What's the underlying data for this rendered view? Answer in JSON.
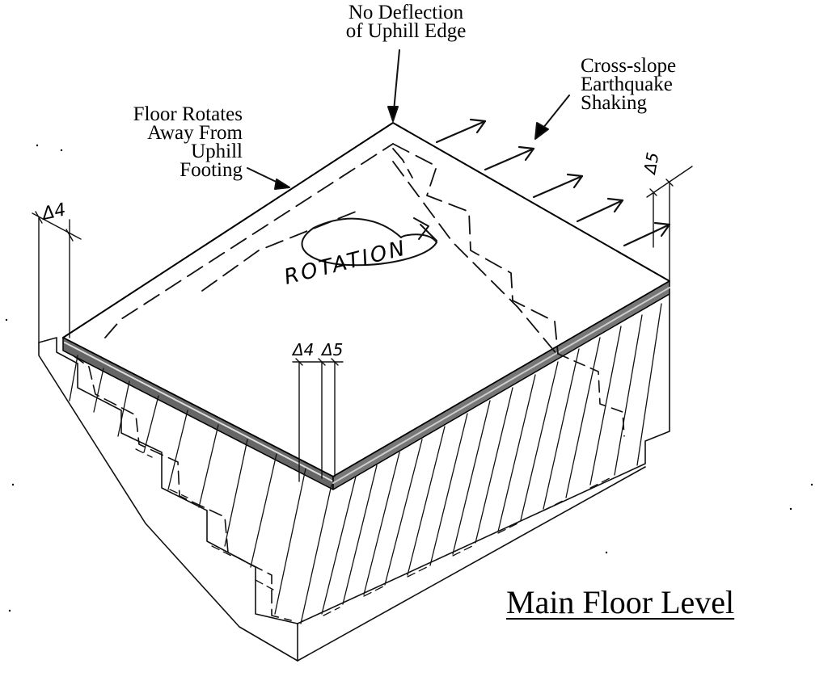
{
  "labels": {
    "no_deflection": [
      "No Deflection",
      "of Uphill Edge"
    ],
    "cross_slope": [
      "Cross-slope",
      "Earthquake",
      "Shaking"
    ],
    "floor_rotates": [
      "Floor Rotates",
      "Away From",
      "Uphill",
      "Footing"
    ],
    "rotation": "ROTATION",
    "delta4_left": "Δ4",
    "delta4_mid": "Δ4",
    "delta5_mid": "Δ5",
    "delta5_right": "Δ5"
  },
  "title": "Main Floor Level"
}
